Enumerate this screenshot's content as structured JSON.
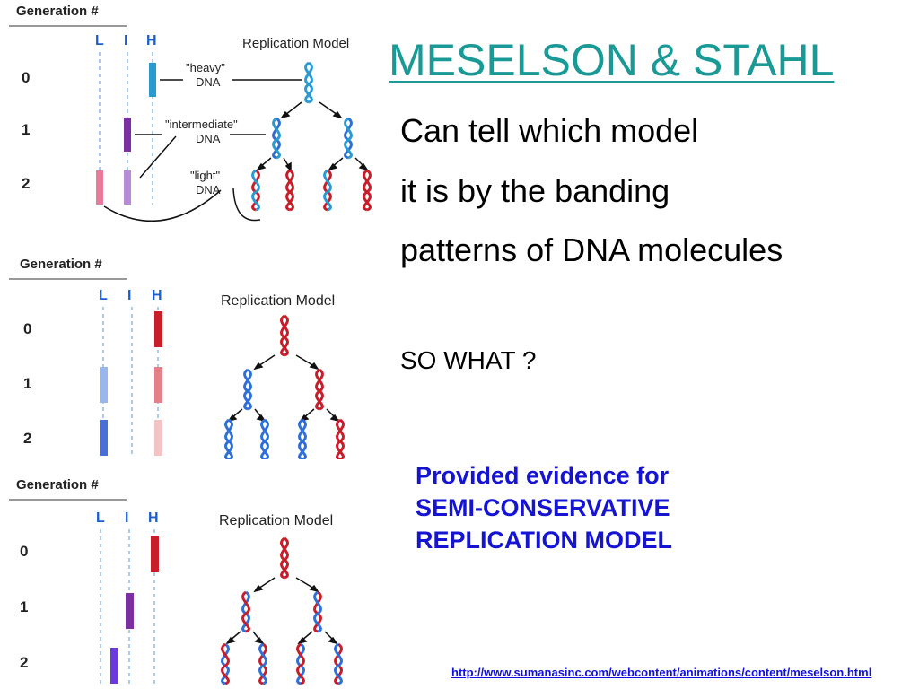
{
  "slide": {
    "title": "MESELSON & STAHL",
    "body_lines": [
      "Can tell which model",
      "it is by the banding",
      "patterns of DNA molecules"
    ],
    "question": "SO WHAT ?",
    "evidence_lines": [
      "Provided evidence for",
      "SEMI-CONSERVATIVE",
      "REPLICATION MODEL"
    ],
    "source_url": "http://www.sumanasinc.com/webcontent/animations/content/meselson.html"
  },
  "diagram_labels": {
    "generation_header": "Generation #",
    "lanes": [
      "L",
      "I",
      "H"
    ],
    "model_title": "Replication Model",
    "generations": [
      "0",
      "1",
      "2"
    ],
    "band_labels": [
      [
        "\"heavy\"",
        "DNA"
      ],
      [
        "\"intermediate\"",
        "DNA"
      ],
      [
        "\"light\"",
        "DNA"
      ]
    ]
  },
  "colors": {
    "title": "#1a9a96",
    "evidence": "#1414d2",
    "lane_letters": "#1a5fd0",
    "heavy_strand": "#c81e2a",
    "light_strand": "#2f6fd8",
    "teal_dna": "#2b9ad0",
    "purple_band": "#7b2fa0",
    "pink_band": "#e87a9a"
  }
}
